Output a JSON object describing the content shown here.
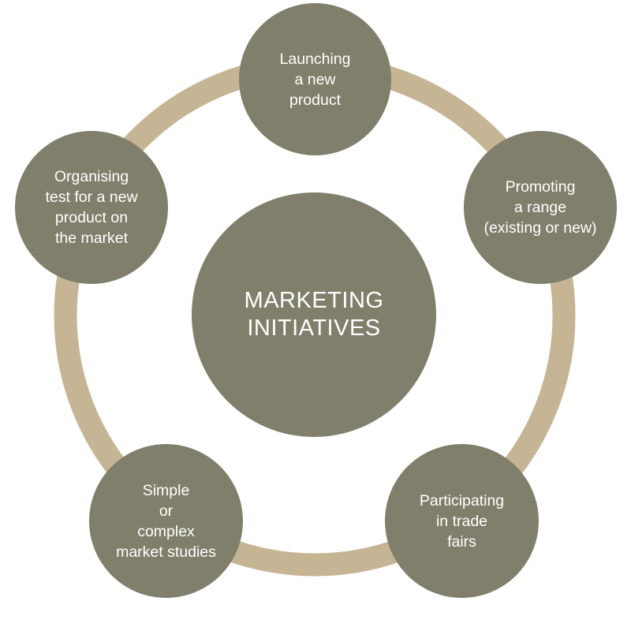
{
  "colors": {
    "ring": "#c5b594",
    "node_fill": "#807f6c",
    "text": "#ffffff",
    "background": "#ffffff"
  },
  "center": {
    "lines": [
      "MARKETING",
      "INITIATIVES"
    ]
  },
  "nodes": [
    {
      "id": "launching",
      "lines": [
        "Launching",
        "a new",
        "product"
      ]
    },
    {
      "id": "promoting",
      "lines": [
        "Promoting",
        "a range",
        "(existing or new)"
      ]
    },
    {
      "id": "trade",
      "lines": [
        "Participating",
        "in trade",
        "fairs"
      ]
    },
    {
      "id": "studies",
      "lines": [
        "Simple",
        "or",
        "complex",
        "market studies"
      ]
    },
    {
      "id": "test",
      "lines": [
        "Organising",
        "test for a new",
        "product on",
        "the market"
      ]
    }
  ]
}
